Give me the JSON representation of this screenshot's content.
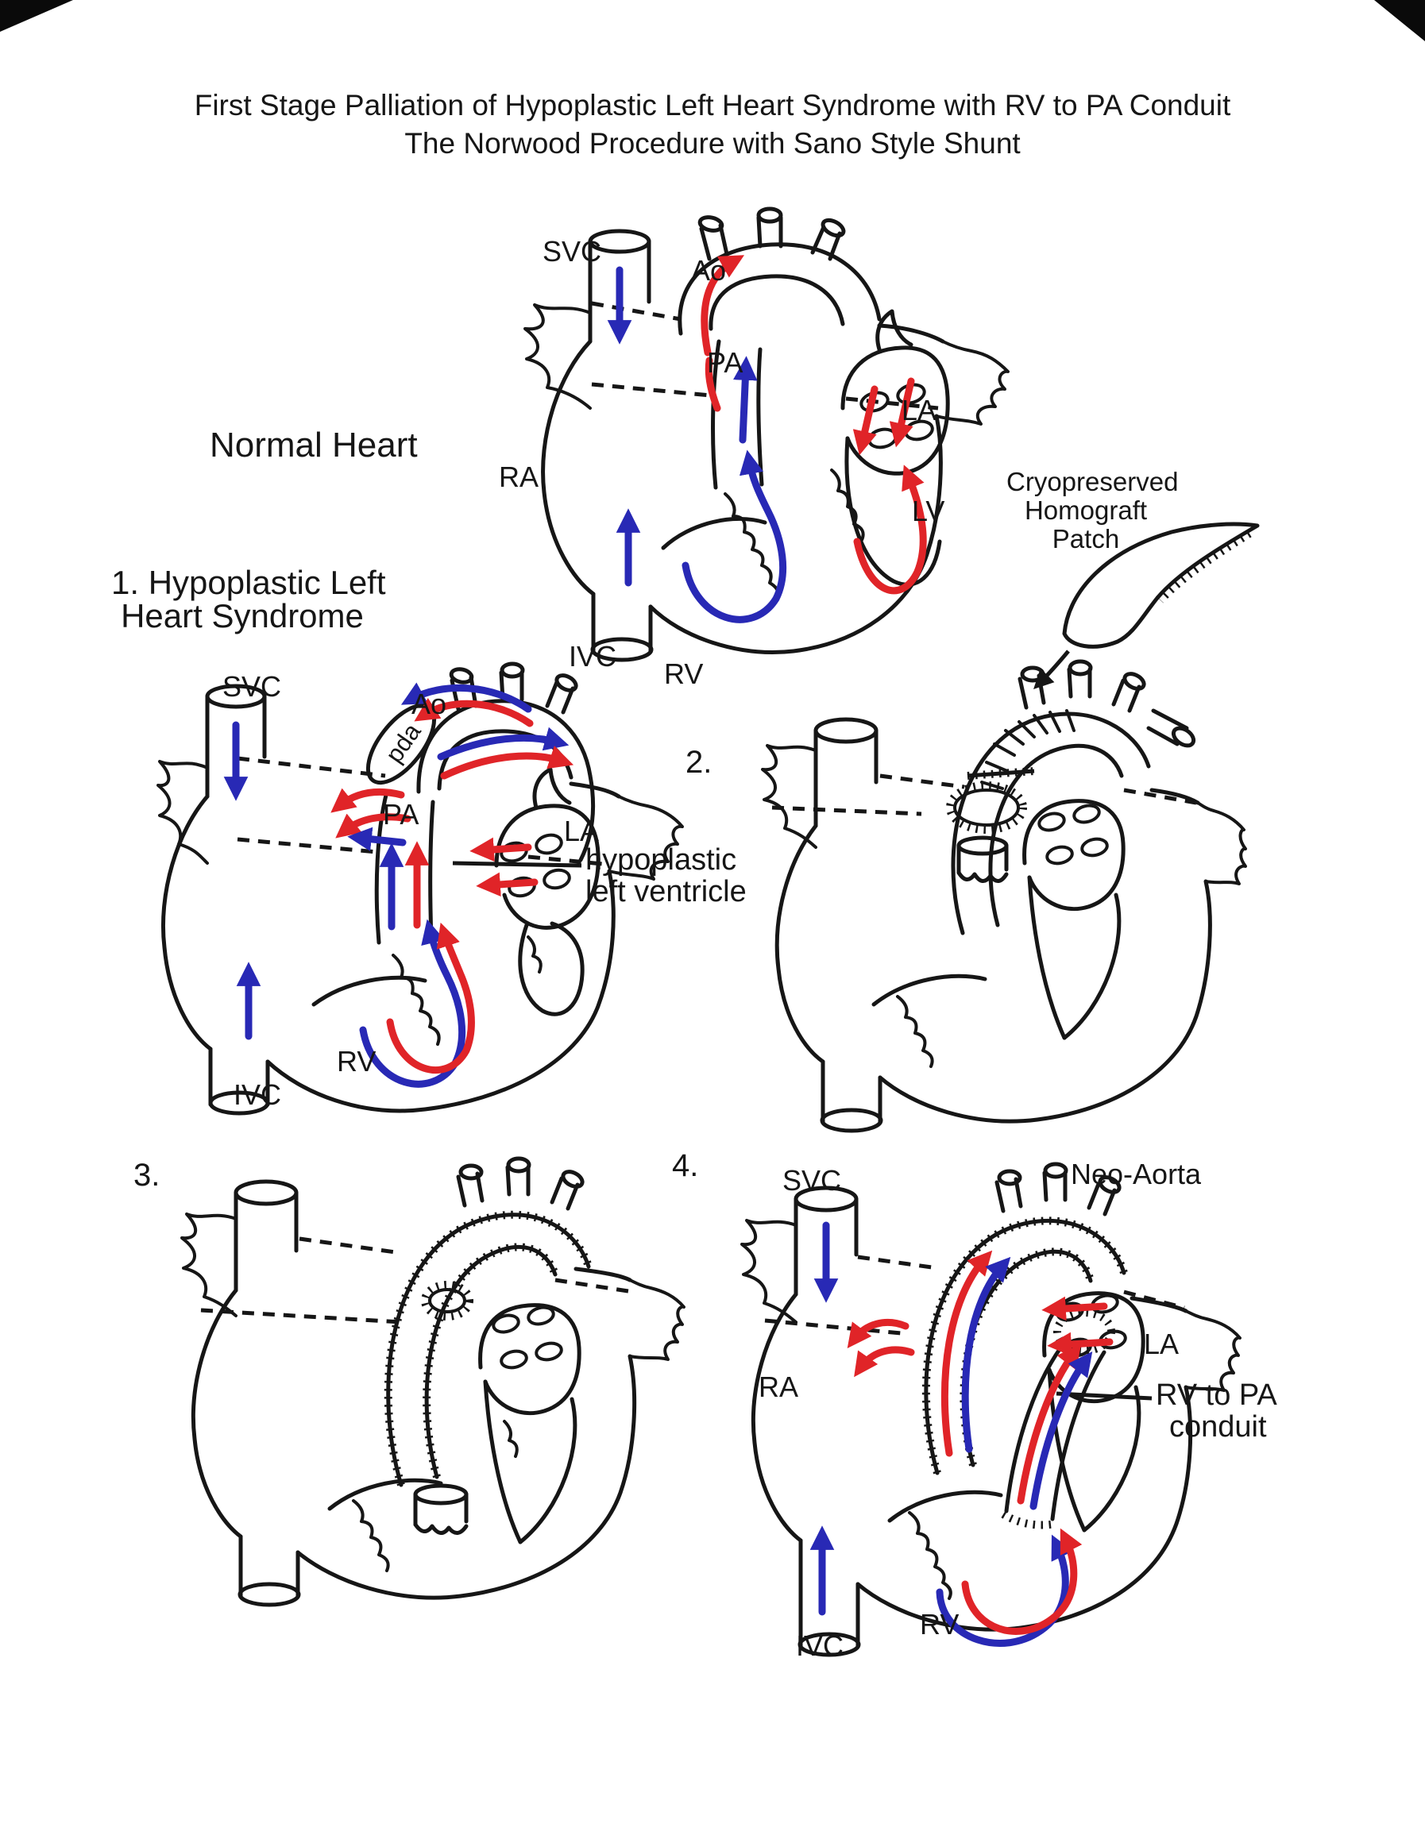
{
  "colors": {
    "background": "#ffffff",
    "line": "#161616",
    "oxygenated_red": "#e02428",
    "deoxygenated_blue": "#2829b5"
  },
  "title": {
    "line1": "First Stage Palliation of Hypoplastic Left Heart Syndrome with RV to PA Conduit",
    "line2": "The Norwood Procedure with Sano Style Shunt"
  },
  "normal_heart": {
    "caption": "Normal Heart",
    "labels": {
      "svc": "SVC",
      "ao": "Ao",
      "pa": "PA",
      "ra": "RA",
      "la": "LA",
      "lv": "LV",
      "ivc": "IVC",
      "rv": "RV"
    }
  },
  "hlhs": {
    "caption_line1": "1. Hypoplastic Left",
    "caption_line2": "Heart Syndrome",
    "labels": {
      "svc": "SVC",
      "ao": "Ao",
      "pda": "pda",
      "pa": "PA",
      "la": "LA",
      "rv": "RV",
      "ivc": "IVC"
    },
    "annotation_line1": "hypoplastic",
    "annotation_line2": "left ventricle"
  },
  "step2": {
    "number": "2.",
    "annotation_line1": "Cryopreserved",
    "annotation_line2": "Homograft",
    "annotation_line3": "Patch"
  },
  "step3": {
    "number": "3."
  },
  "step4": {
    "number": "4.",
    "labels": {
      "svc": "SVC",
      "neo_aorta": "Neo-Aorta",
      "la": "LA",
      "ra": "RA",
      "ivc": "IVC",
      "rv": "RV"
    },
    "annotation_line1": "RV to PA",
    "annotation_line2": "conduit"
  }
}
